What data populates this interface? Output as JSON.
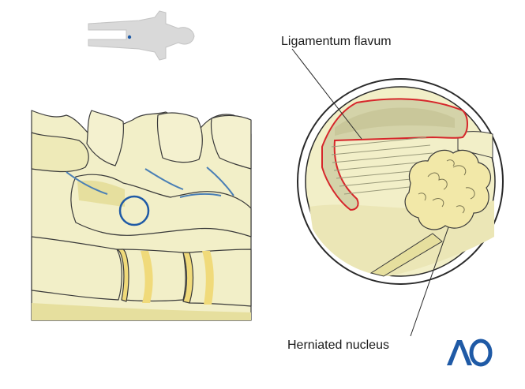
{
  "labels": {
    "ligamentum_flavum": "Ligamentum flavum",
    "herniated_nucleus": "Herniated nucleus"
  },
  "logo": {
    "text": "AO"
  },
  "colors": {
    "bone_fill": "#f2efc8",
    "bone_shadow": "#e6df9e",
    "bone_outline": "#3a3a3a",
    "disc_yellow": "#f0da7a",
    "blue_highlight": "#1f5aa6",
    "ligament_red": "#d6262b",
    "ligament_fill": "#d4d3a9",
    "silhouette": "#d9d9d9",
    "ao_blue": "#1f5aa6"
  }
}
